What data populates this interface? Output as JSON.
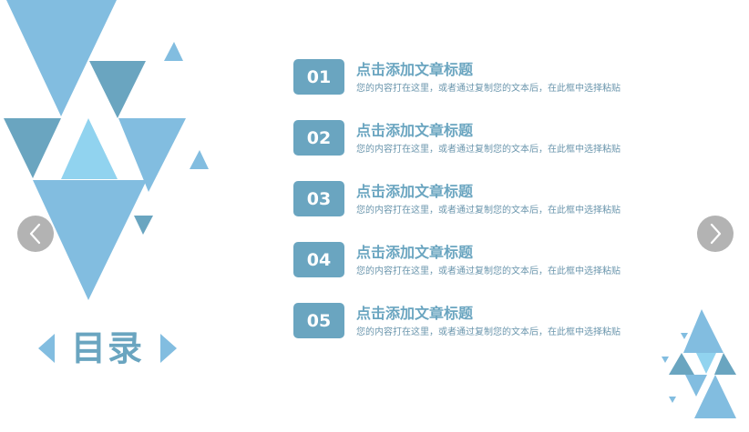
{
  "toc": {
    "title": "目录",
    "items": [
      {
        "number": "01",
        "heading": "点击添加文章标题",
        "description": "您的内容打在这里，或者通过复制您的文本后，在此框中选择粘贴"
      },
      {
        "number": "02",
        "heading": "点击添加文章标题",
        "description": "您的内容打在这里，或者通过复制您的文本后，在此框中选择粘贴"
      },
      {
        "number": "03",
        "heading": "点击添加文章标题",
        "description": "您的内容打在这里，或者通过复制您的文本后，在此框中选择粘贴"
      },
      {
        "number": "04",
        "heading": "点击添加文章标题",
        "description": "您的内容打在这里，或者通过复制您的文本后，在此框中选择粘贴"
      },
      {
        "number": "05",
        "heading": "点击添加文章标题",
        "description": "您的内容打在这里，或者通过复制您的文本后，在此框中选择粘贴"
      }
    ]
  },
  "navigation": {
    "prev_icon": "chevron-left-icon",
    "next_icon": "chevron-right-icon"
  },
  "colors": {
    "accent": "#6aa5c0",
    "light_blue": "#82bde0",
    "pale_blue": "#91d3ef",
    "nav_gray": "#b3b3b3"
  }
}
